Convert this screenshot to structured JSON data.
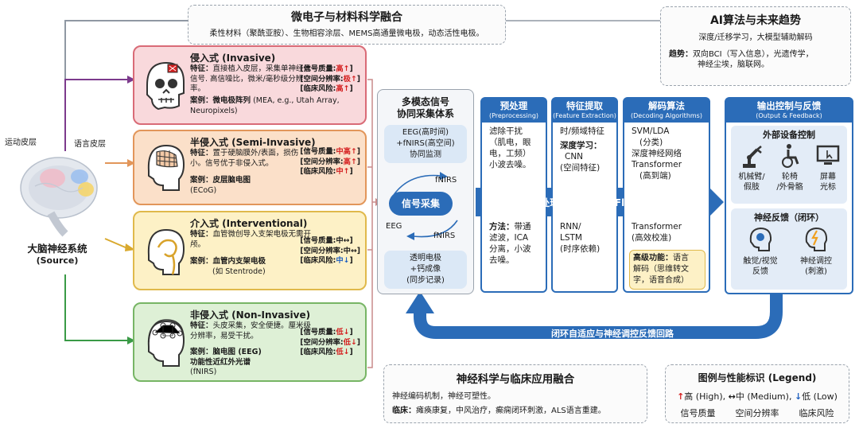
{
  "top_box": {
    "title": "微电子与材料科学融合",
    "text": "柔性材料（聚酰亚胺）、生物相容涂层、MEMS高通量微电极，动态活性电极。"
  },
  "ai_box": {
    "title": "AI算法与未来趋势",
    "line1": "深度/迁移学习，大模型辅助解码",
    "trend_label": "趋势：",
    "trend_text1": "双向BCI（写入信息），光遗传学，",
    "trend_text2": "神经尘埃，脑联网。"
  },
  "brain": {
    "motor_label": "运动皮层",
    "language_label": "语言皮层",
    "source_title": "大脑神经系统",
    "source_sub": "(Source)"
  },
  "categories": [
    {
      "title": "侵入式 (Invasive)",
      "feat_label": "特征：",
      "feat": "直接植入皮层，采集单神经元信号. 高信噪比，微米/毫秒级分辨率。",
      "case_label": "案例：",
      "case": "微电极阵列",
      "case_sub": "(MEA, e.g., Utah Array, Neuropixels)",
      "m1": "[信号质量:",
      "v1": "高↑",
      "e1": "]",
      "m2": "[空间分辨率:",
      "v2": "极↑",
      "e2": "]",
      "m3": "[临床风险:",
      "v3": "高↑",
      "e3": "]"
    },
    {
      "title": "半侵入式 (Semi-Invasive)",
      "feat_label": "特征：",
      "feat": "置于硬脑膜外/表面，损伤小。信号优于非侵入式。",
      "case_label": "案例：",
      "case": "皮层脑电图",
      "case_sub": "(ECoG)",
      "m1": "[信号质量:",
      "v1": "中高↑",
      "e1": "]",
      "m2": "[空间分辨率:",
      "v2": "高↑",
      "e2": "]",
      "m3": "[临床风险:",
      "v3": "中↑",
      "e3": "]"
    },
    {
      "title": "介入式 (Interventional)",
      "feat_label": "特征：",
      "feat": "血管微创导入支架电极无需开颅。",
      "case_label": "案例：",
      "case": "血管内支架电极",
      "case_sub": "(如 Stentrode)",
      "m1": "[信号质量:",
      "v1": "中↔",
      "e1": "]",
      "m2": "[空间分辨率:",
      "v2": "中↔",
      "e2": "]",
      "m3": "[临床风险:",
      "v3": "中↓",
      "e3": "]"
    },
    {
      "title": "非侵入式 (Non-Invasive)",
      "feat_label": "特征：",
      "feat": "头皮采集，安全便捷。厘米级分辨率，易受干扰。",
      "case_label": "案例：",
      "case": "脑电图 (EEG)",
      "case2": "功能性近红外光谱",
      "case_sub": "(fNIRS)",
      "m1": "[信号质量:",
      "v1": "低↓",
      "e1": "]",
      "m2": "[空间分辨率:",
      "v2": "低↓",
      "e2": "]",
      "m3": "[临床风险:",
      "v3": "低↓",
      "e3": "]"
    }
  ],
  "multimodal": {
    "title1": "多模态信号",
    "title2": "协同采集体系",
    "top_line1": "EEG(高时间)",
    "top_line2": "+fNIRS(高空间)",
    "top_line3": "协同监测",
    "label_fnirs1": "fNIRS",
    "label_eeg": "EEG",
    "label_fnirs2": "fNIRS",
    "acq": "信号采集",
    "bot_line1": "透明电极",
    "bot_line2": "+钙成像",
    "bot_line3": "(同步记录)"
  },
  "pipeline_label": "数据流与处理链条 (Data Flow Pipeline)",
  "preprocess": {
    "t1": "预处理",
    "t2": "(Preprocessing)",
    "l1": "滤除干扰",
    "l2": "（肌电，眼",
    "l3": "电，工频）",
    "l4": "小波去噪。",
    "m_label": "方法：",
    "m1": "带通",
    "m2": "滤波，ICA",
    "m3": "分离，小波",
    "m4": "去噪。"
  },
  "feature": {
    "t1": "特征提取",
    "t2": "(Feature Extraction)",
    "l1": "时/频域特征",
    "dl": "深度学习：",
    "cnn": "CNN",
    "cnn_sub": "(空间特征)",
    "rnn": "RNN/",
    "lstm": "LSTM",
    "lstm_sub": "(时序依赖)"
  },
  "decoding": {
    "t1": "解码算法",
    "t2": "(Decoding Algorithms)",
    "l1": "SVM/LDA",
    "l2": "(分类)",
    "l3": "深度神经网络",
    "l4": "Transformer",
    "l5": "(高到端)",
    "l6": "Transformer",
    "l7": "(高效校准)",
    "adv_label": "高级功能：",
    "adv1": "语言",
    "adv2": "解码（思维转文",
    "adv3": "字，语音合成）"
  },
  "output": {
    "t1": "输出控制与反馈",
    "t2": "(Output & Feedback)",
    "ext_title": "外部设备控制",
    "d1a": "机械臂/",
    "d1b": "假肢",
    "d2a": "轮椅",
    "d2b": "/外骨骼",
    "d3a": "屏幕",
    "d3b": "光标",
    "fb_title": "神经反馈（闭环）",
    "f1a": "触觉/视觉",
    "f1b": "反馈",
    "f2a": "神经调控",
    "f2b": "(刺激)"
  },
  "loop_label": "闭环自适应与神经调控反馈回路",
  "neuro_box": {
    "title": "神经科学与临床应用融合",
    "line1": "神经编码机制，神经可塑性。",
    "clin_label": "临床：",
    "clin": "瘫痪康复，中风治疗，癫痫闭环刺激，ALS语言重建。"
  },
  "legend": {
    "title": "图例与性能标识 (Legend)",
    "up": "↑",
    "up_t": "高 (High),",
    "mid": "↔",
    "mid_t": "中 (Medium),",
    "down": "↓",
    "down_t": "低 (Low)",
    "c1": "信号质量",
    "c2": "空间分辨率",
    "c3": "临床风险"
  },
  "colors": {
    "invasive_bg": "#f9d9dc",
    "invasive_border": "#d96b77",
    "semi_bg": "#fbe0c9",
    "semi_border": "#e2965a",
    "inter_bg": "#fdf1c6",
    "inter_border": "#e0b94b",
    "non_bg": "#def0d6",
    "non_border": "#77b565",
    "primary_blue": "#2b6cb8"
  }
}
